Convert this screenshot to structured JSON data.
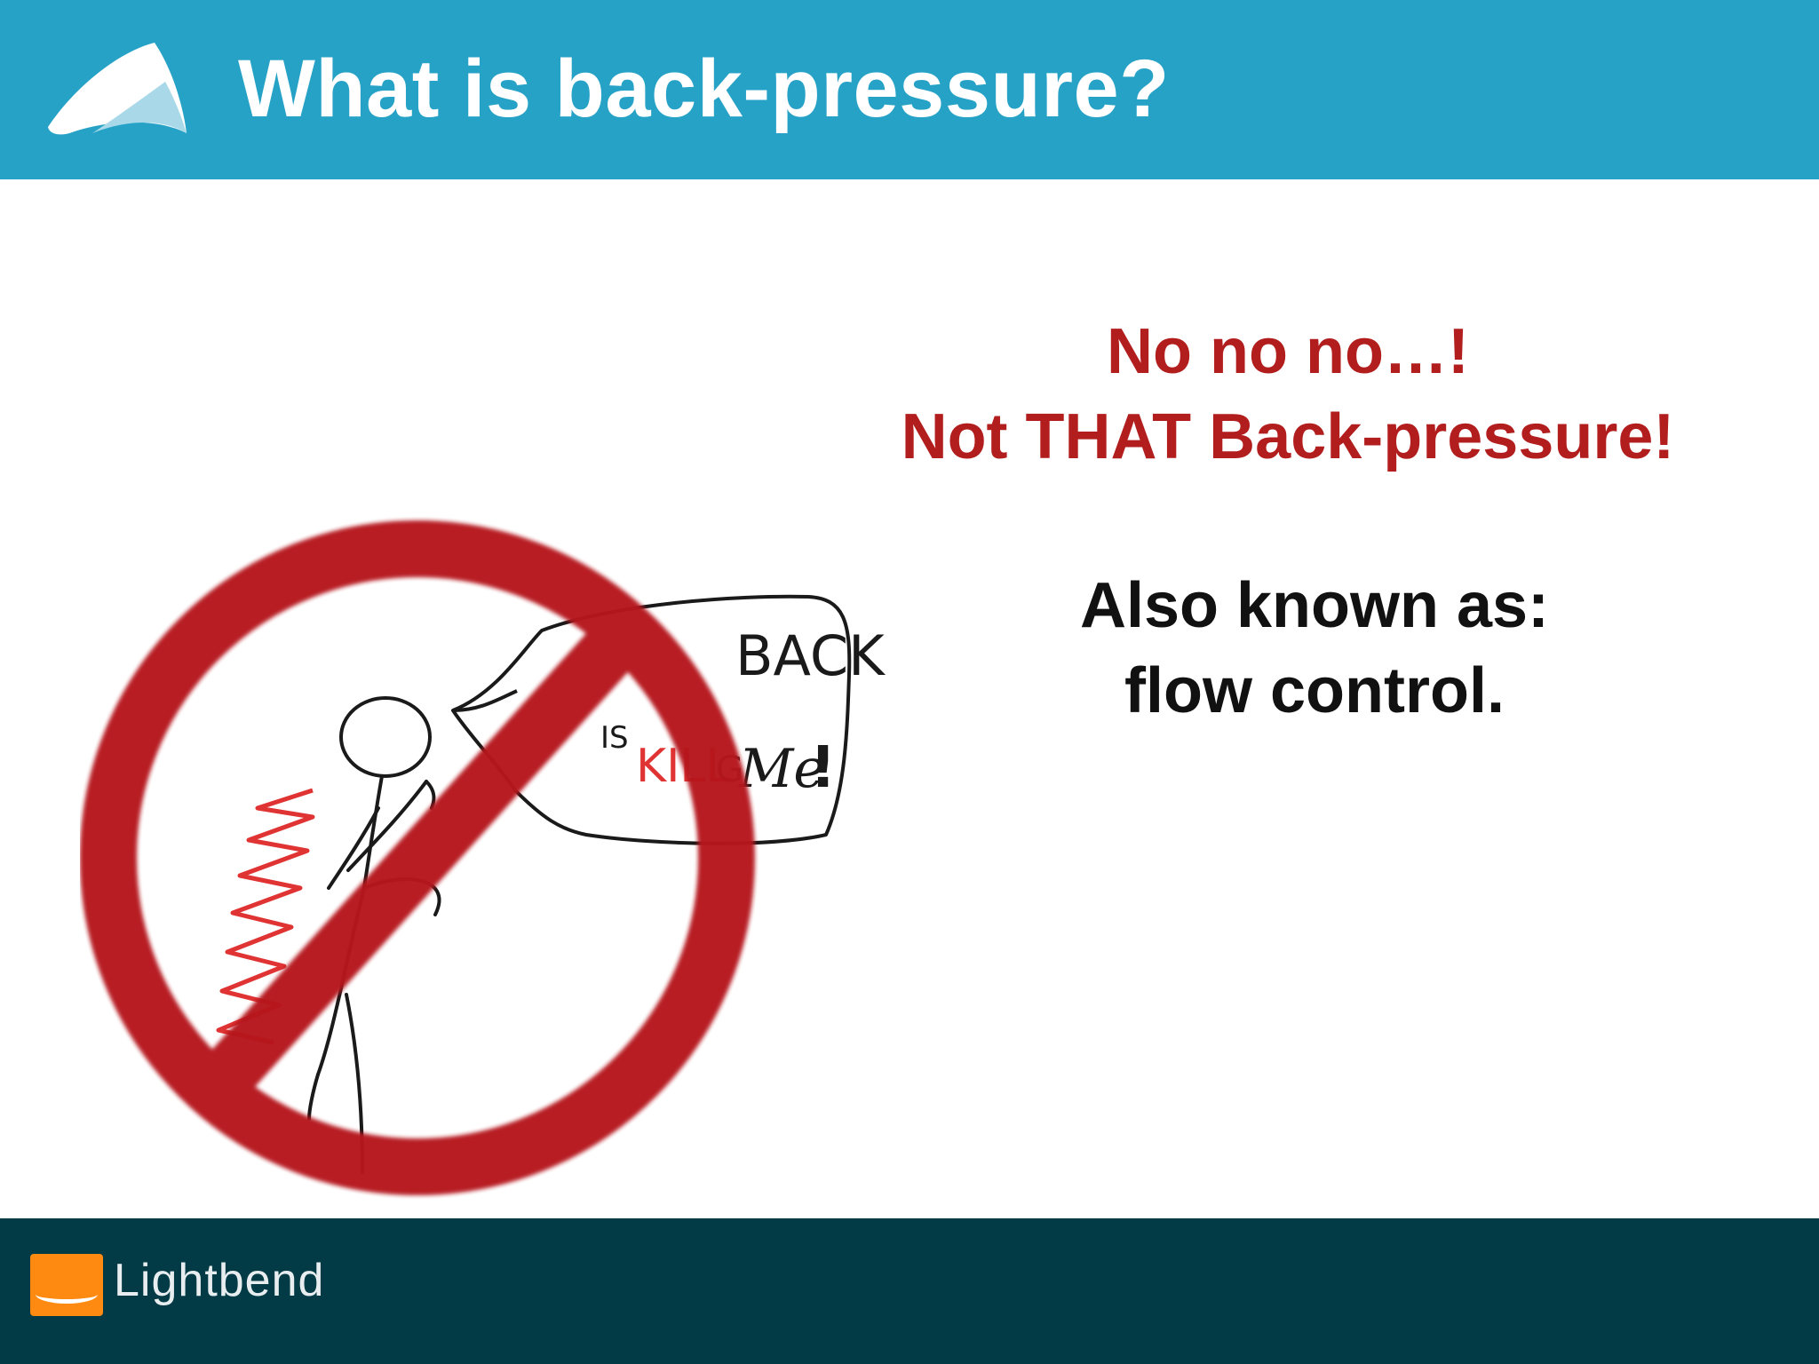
{
  "header": {
    "title": "What is back-pressure?",
    "background_color": "#27a2c7",
    "logo_icon": "lightbend-wave-logo-icon"
  },
  "main": {
    "red_heading_lines": [
      "No no no…!",
      "Not THAT Back-pressure!"
    ],
    "black_text_lines": [
      "Also known as:",
      "flow control."
    ],
    "red_color": "#b21d1d"
  },
  "illustration": {
    "speech_bubble_lines": [
      "BACK",
      "IS",
      "KILL",
      "G",
      "Me",
      "!"
    ],
    "prohibition_icon": "prohibition-sign-icon",
    "figure_icon": "stick-figure-icon"
  },
  "footer": {
    "brand": "Lightbend",
    "background_color": "#023a45",
    "logo_color": "#ff8a12"
  }
}
